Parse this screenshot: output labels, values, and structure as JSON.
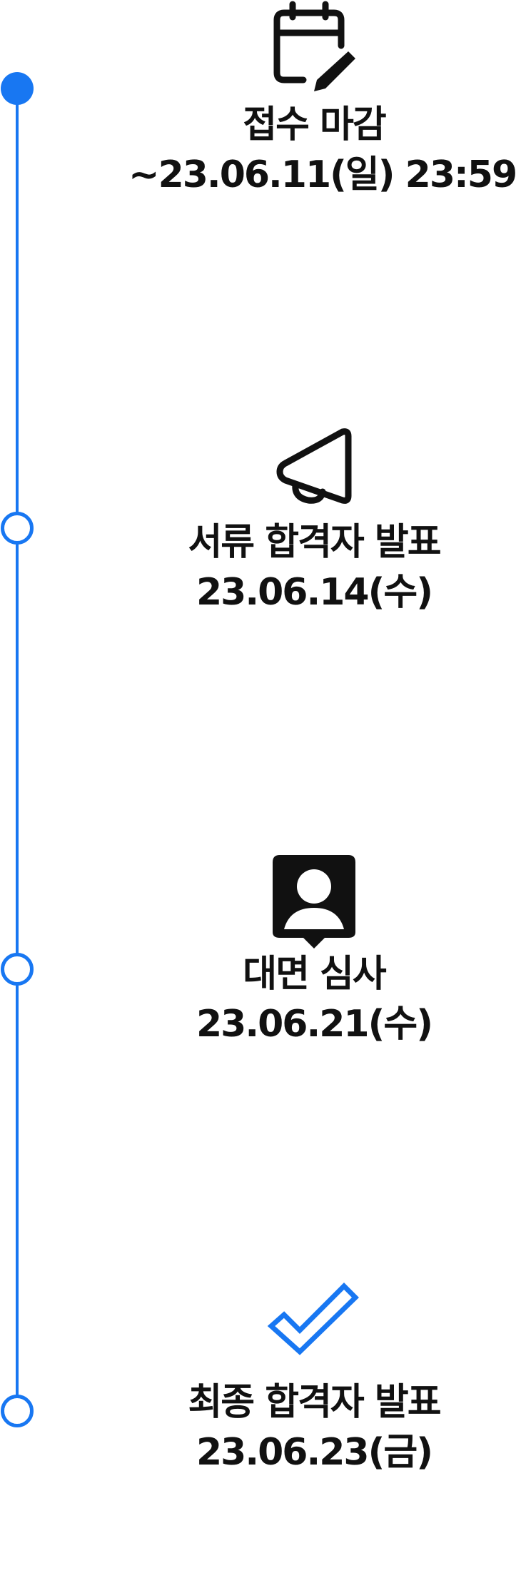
{
  "steps": [
    {
      "title": "접수 마감",
      "date": "~23.06.11(일) 23:59",
      "icon": "calendar-edit-icon",
      "state": "current"
    },
    {
      "title": "서류 합격자 발표",
      "date": "23.06.14(수)",
      "icon": "megaphone-icon",
      "state": "upcoming"
    },
    {
      "title": "대면 심사",
      "date": "23.06.21(수)",
      "icon": "person-pin-icon",
      "state": "upcoming"
    },
    {
      "title": "최종 합격자 발표",
      "date": "23.06.23(금)",
      "icon": "checkmark-icon",
      "state": "upcoming"
    }
  ],
  "colors": {
    "accent": "#1877f2",
    "text": "#111111",
    "icon": "#111111",
    "background": "#ffffff"
  }
}
